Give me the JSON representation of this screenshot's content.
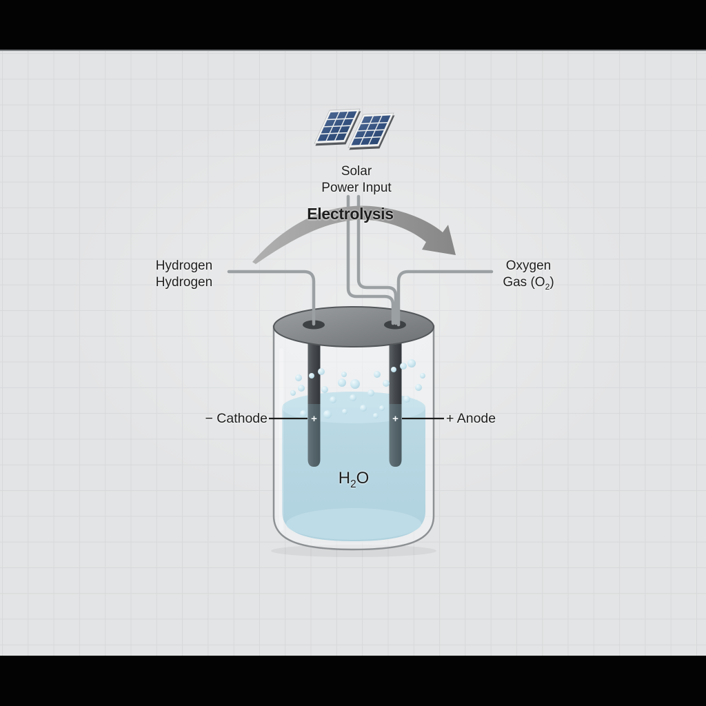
{
  "diagram": {
    "solar": {
      "line1": "Solar",
      "line2": "Power Input"
    },
    "electrolysis_label": "Electrolysis",
    "hydrogen": {
      "line1": "Hydrogen",
      "line2": "Hydrogen"
    },
    "oxygen": {
      "line1": "Oxygen",
      "line2_pre": "Gas (O",
      "line2_sub": "2",
      "line2_suffix": ")"
    },
    "cathode_label": "− Cathode",
    "anode_label": "+ Anode",
    "water": {
      "pre": "H",
      "sub": "2",
      "suffix": "O"
    },
    "electrode_sign": "+",
    "colors": {
      "letterbox": "#030303",
      "background": "#e3e4e5",
      "grid_line": "#d6d8da",
      "text": "#1e1e1e",
      "arrow": "#9a9a9a",
      "wire": "#9ba0a3",
      "solar_cell": "#3c557f",
      "lid": "#85888b",
      "electrode": "#44484c",
      "water": "#b2d4e1",
      "bubble": "#cde7f0",
      "glass_outline": "#8d9093"
    }
  }
}
